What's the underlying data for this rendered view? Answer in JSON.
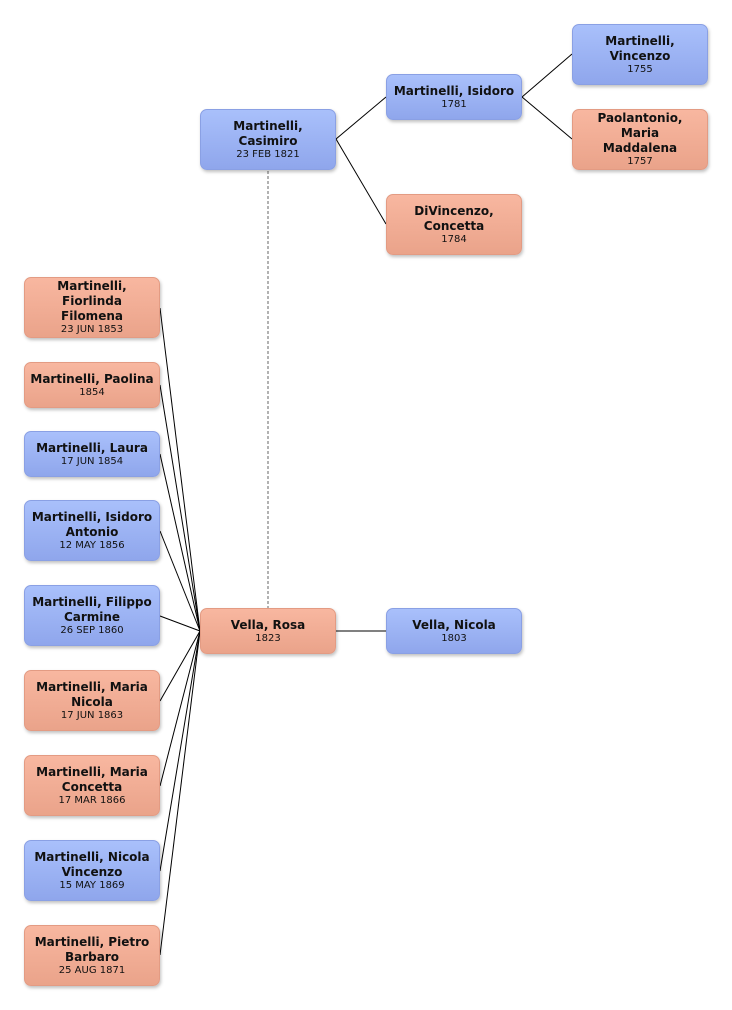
{
  "people": {
    "casimiro": {
      "name": "Martinelli,\nCasimiro",
      "date": "23 FEB 1821",
      "sex": "male"
    },
    "isidoro": {
      "name": "Martinelli, Isidoro",
      "date": "1781",
      "sex": "male"
    },
    "concetta_d": {
      "name": "DiVincenzo,\nConcetta",
      "date": "1784",
      "sex": "female"
    },
    "vincenzo": {
      "name": "Martinelli,\nVincenzo",
      "date": "1755",
      "sex": "male"
    },
    "maria_m": {
      "name": "Paolantonio, Maria\nMaddalena",
      "date": "1757",
      "sex": "female"
    },
    "rosa": {
      "name": "Vella, Rosa",
      "date": "1823",
      "sex": "female"
    },
    "nicola_v": {
      "name": "Vella, Nicola",
      "date": "1803",
      "sex": "male"
    },
    "fiorlinda": {
      "name": "Martinelli,\nFiorlinda Filomena",
      "date": "23 JUN 1853",
      "sex": "female"
    },
    "paolina": {
      "name": "Martinelli, Paolina",
      "date": "1854",
      "sex": "female"
    },
    "laura": {
      "name": "Martinelli, Laura",
      "date": "17 JUN 1854",
      "sex": "male"
    },
    "isidoro_a": {
      "name": "Martinelli, Isidoro\nAntonio",
      "date": "12 MAY 1856",
      "sex": "male"
    },
    "filippo": {
      "name": "Martinelli, Filippo\nCarmine",
      "date": "26 SEP 1860",
      "sex": "male"
    },
    "maria_n": {
      "name": "Martinelli, Maria\nNicola",
      "date": "17 JUN 1863",
      "sex": "female"
    },
    "maria_c": {
      "name": "Martinelli, Maria\nConcetta",
      "date": "17 MAR 1866",
      "sex": "female"
    },
    "nicola_vi": {
      "name": "Martinelli, Nicola\nVincenzo",
      "date": "15 MAY 1869",
      "sex": "male"
    },
    "pietro": {
      "name": "Martinelli, Pietro\nBarbaro",
      "date": "25 AUG 1871",
      "sex": "female"
    }
  },
  "colors": {
    "male": "#99b0f2",
    "female": "#f0ab92",
    "line": "#000000"
  }
}
